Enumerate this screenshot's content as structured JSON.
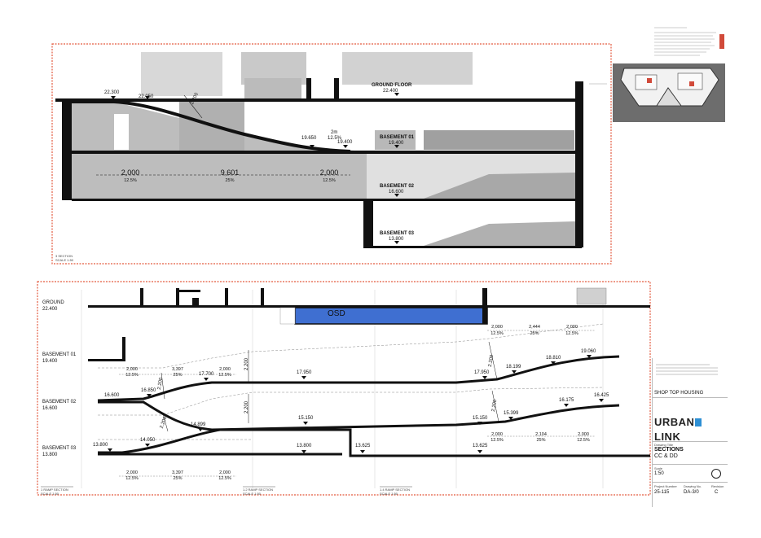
{
  "top_section": {
    "levels": {
      "ground": {
        "name": "GROUND FLOOR",
        "rl": "22.400"
      },
      "b1": {
        "name": "BASEMENT 01",
        "rl": "19.400"
      },
      "b2": {
        "name": "BASEMENT 02",
        "rl": "16.600"
      },
      "b3": {
        "name": "BASEMENT 03",
        "rl": "13.800"
      }
    },
    "spot_levels": [
      "22.300",
      "22.050",
      "19.650",
      "19.400"
    ],
    "ramp_note": {
      "height": "2m",
      "grade": "12.5%"
    },
    "headroom": "2.200",
    "dims": [
      {
        "len": "2,000",
        "grade": "12.5%"
      },
      {
        "len": "9,601",
        "grade": "25%"
      },
      {
        "len": "2,000",
        "grade": "12.5%"
      }
    ],
    "section_label": {
      "line1": "3 SECTION",
      "line2": "SCALE 1:50"
    }
  },
  "bottom_section": {
    "levels": {
      "ground": {
        "name": "GROUND",
        "rl": "22.400"
      },
      "b1": {
        "name": "BASEMENT 01",
        "rl": "19.400"
      },
      "b2": {
        "name": "BASEMENT 02",
        "rl": "16.600"
      },
      "b3": {
        "name": "BASEMENT 03",
        "rl": "13.800"
      }
    },
    "osd_label": "OSD",
    "spot_levels": {
      "row1": [
        "17.700",
        "17.950",
        "17.950",
        "18.199",
        "18.810",
        "19.060"
      ],
      "row2": [
        "16.600",
        "16.850",
        "15.150",
        "15.150",
        "15.399",
        "16.175",
        "16.425"
      ],
      "row3": [
        "13.800",
        "14.050",
        "14.899",
        "13.800",
        "13.625",
        "13.625"
      ]
    },
    "headroom": "2.200",
    "dims_top_right": [
      {
        "len": "2,000",
        "grade": "12.5%"
      },
      {
        "len": "2,444",
        "grade": "25%"
      },
      {
        "len": "2,000",
        "grade": "12.5%"
      }
    ],
    "dims_b1_left": [
      {
        "len": "2,000",
        "grade": "12.5%"
      },
      {
        "len": "3,397",
        "grade": "25%"
      },
      {
        "len": "2,000",
        "grade": "12.5%"
      }
    ],
    "dims_b2_right": [
      {
        "len": "2,000",
        "grade": "12.5%"
      },
      {
        "len": "2,104",
        "grade": "25%"
      },
      {
        "len": "2,000",
        "grade": "12.5%"
      }
    ],
    "dims_bottom": [
      {
        "len": "2,000",
        "grade": "12.5%"
      },
      {
        "len": "3,397",
        "grade": "25%"
      },
      {
        "len": "2,000",
        "grade": "12.5%"
      }
    ],
    "section_labels": [
      "1 RAMP SECTION",
      "1.2 RAMP SECTION",
      "1.4 RAMP SECTION"
    ],
    "scale_labels": [
      "SCALE 1:50",
      "SCALE 1:50",
      "SCALE 1:50"
    ]
  },
  "title_block": {
    "project": "SHOP TOP HOUSING",
    "company_left": "URBAN",
    "company_right": "LINK",
    "drawing_title_label": "Drawing Title",
    "drawing_title": "SECTIONS",
    "drawing_subtitle": "CC & DD",
    "scale_label": "Scale",
    "scale": "1:50",
    "job_no_label": "Project Number",
    "job_no": "25-115",
    "drawing_no_label": "Drawing No.",
    "drawing_no": "DA-3/0",
    "revision_label": "Revision",
    "revision": "C"
  },
  "colors": {
    "red_border": "#e35a3f",
    "osd_fill": "#3f6fd1",
    "grey_fill": "#bdbdbd",
    "dark_grey": "#8a8a8a",
    "brand_blue": "#2d8fd4"
  }
}
